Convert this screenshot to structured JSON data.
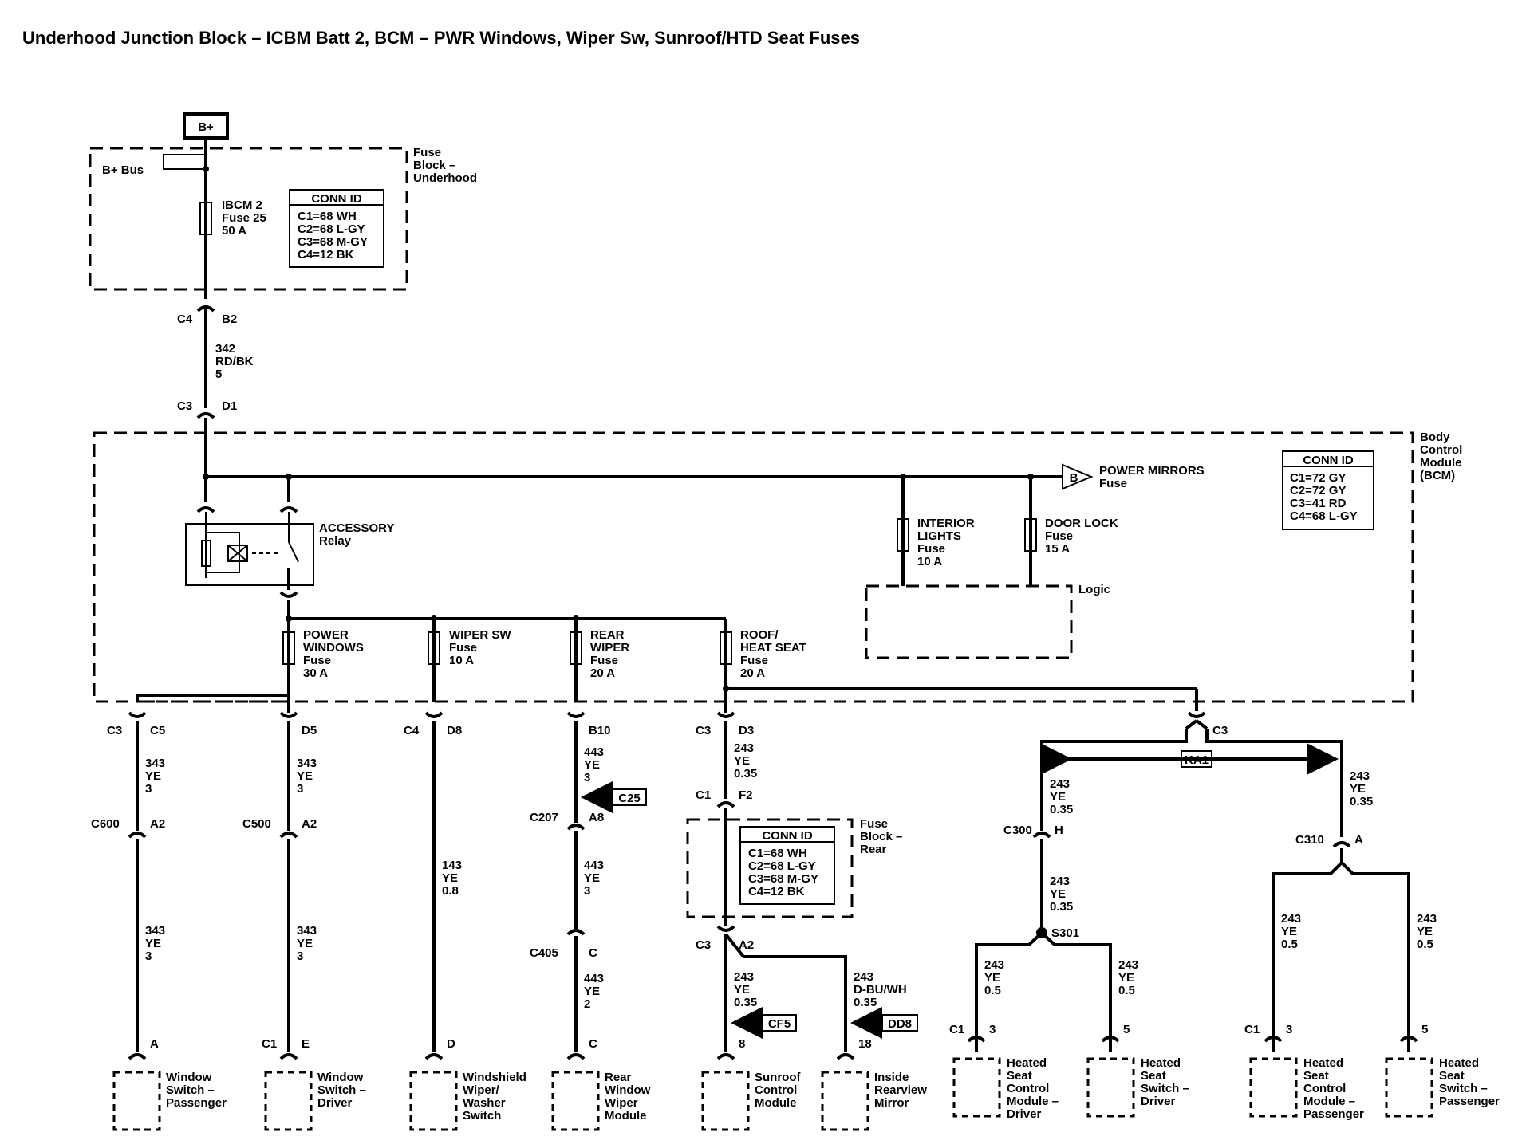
{
  "title": "Underhood Junction Block – ICBM Batt 2, BCM – PWR Windows, Wiper Sw, Sunroof/HTD Seat Fuses",
  "bplus": "B+",
  "bplus_bus": "B+ Bus",
  "fuse_block_underhood": [
    "Fuse",
    "Block –",
    "Underhood"
  ],
  "conn_id_underhood": {
    "header": "CONN ID",
    "lines": [
      "C1=68 WH",
      "C2=68 L-GY",
      "C3=68 M-GY",
      "C4=12 BK"
    ]
  },
  "ibcm_fuse": [
    "IBCM 2",
    "Fuse 25",
    "50 A"
  ],
  "conn_c4": "C4",
  "conn_b2": "B2",
  "wire_342": [
    "342",
    "RD/BK",
    "5"
  ],
  "conn_c3": "C3",
  "conn_d1": "D1",
  "bcm_label": [
    "Body",
    "Control",
    "Module",
    "(BCM)"
  ],
  "conn_id_bcm": {
    "header": "CONN ID",
    "lines": [
      "C1=72 GY",
      "C2=72 GY",
      "C3=41 RD",
      "C4=68 L-GY"
    ]
  },
  "power_mirrors": [
    "POWER MIRRORS",
    "Fuse"
  ],
  "b_marker": "B",
  "accessory_relay": [
    "ACCESSORY",
    "Relay"
  ],
  "interior_lights": [
    "INTERIOR",
    "LIGHTS",
    "Fuse",
    "10 A"
  ],
  "door_lock": [
    "DOOR LOCK",
    "Fuse",
    "15 A"
  ],
  "logic": "Logic",
  "fuse_power_windows": [
    "POWER",
    "WINDOWS",
    "Fuse",
    "30 A"
  ],
  "fuse_wiper_sw": [
    "WIPER SW",
    "Fuse",
    "10 A"
  ],
  "fuse_rear_wiper": [
    "REAR",
    "WIPER",
    "Fuse",
    "20 A"
  ],
  "fuse_roof_heat": [
    "ROOF/",
    "HEAT SEAT",
    "Fuse",
    "20 A"
  ],
  "branch1": {
    "c3": "C3",
    "c5": "C5",
    "wire_a": [
      "343",
      "YE",
      "3"
    ],
    "conn": "C600",
    "pin": "A2",
    "wire_b": [
      "343",
      "YE",
      "3"
    ],
    "end_pin": "A",
    "component": [
      "Window",
      "Switch –",
      "Passenger"
    ]
  },
  "branch2": {
    "d5": "D5",
    "wire_a": [
      "343",
      "YE",
      "3"
    ],
    "conn": "C500",
    "pin": "A2",
    "wire_b": [
      "343",
      "YE",
      "3"
    ],
    "end_c1": "C1",
    "end_pin": "E",
    "component": [
      "Window",
      "Switch –",
      "Driver"
    ]
  },
  "branch3": {
    "c4": "C4",
    "d8": "D8",
    "wire": [
      "143",
      "YE",
      "0.8"
    ],
    "end_pin": "D",
    "component": [
      "Windshield",
      "Wiper/",
      "Washer",
      "Switch"
    ]
  },
  "branch4": {
    "b10": "B10",
    "wire_a": [
      "443",
      "YE",
      "3"
    ],
    "ref_c25": "C25",
    "conn1": "C207",
    "pin1": "A8",
    "wire_b": [
      "443",
      "YE",
      "3"
    ],
    "conn2": "C405",
    "pin2": "C",
    "wire_c": [
      "443",
      "YE",
      "2"
    ],
    "end_pin": "C",
    "component": [
      "Rear",
      "Window",
      "Wiper",
      "Module"
    ]
  },
  "branch5": {
    "c3": "C3",
    "d3": "D3",
    "wire_a": [
      "243",
      "YE",
      "0.35"
    ],
    "c1": "C1",
    "f2": "F2",
    "fuse_block_rear": [
      "Fuse",
      "Block –",
      "Rear"
    ],
    "conn_id_rear": {
      "header": "CONN ID",
      "lines": [
        "C1=68 WH",
        "C2=68 L-GY",
        "C3=68 M-GY",
        "C4=12 BK"
      ]
    },
    "c3b": "C3",
    "a2": "A2",
    "wire_b": [
      "243",
      "YE",
      "0.35"
    ],
    "ref_cf5": "CF5",
    "pin_8": "8",
    "component_sunroof": [
      "Sunroof",
      "Control",
      "Module"
    ],
    "wire_c": [
      "243",
      "D-BU/WH",
      "0.35"
    ],
    "ref_dd8": "DD8",
    "pin_18": "18",
    "component_mirror": [
      "Inside",
      "Rearview",
      "Mirror"
    ]
  },
  "branch6": {
    "c3": "C3",
    "ka1": "KA1",
    "wire_left": [
      "243",
      "YE",
      "0.35"
    ],
    "wire_right": [
      "243",
      "YE",
      "0.35"
    ],
    "c300": "C300",
    "h": "H",
    "wire_mid": [
      "243",
      "YE",
      "0.35"
    ],
    "s301": "S301",
    "wire_l1": [
      "243",
      "YE",
      "0.5"
    ],
    "wire_l2": [
      "243",
      "YE",
      "0.5"
    ],
    "l1_c1": "C1",
    "l1_pin": "3",
    "l1_component": [
      "Heated",
      "Seat",
      "Control",
      "Module –",
      "Driver"
    ],
    "l2_pin": "5",
    "l2_component": [
      "Heated",
      "Seat",
      "Switch –",
      "Driver"
    ],
    "c310": "C310",
    "a": "A",
    "wire_r1": [
      "243",
      "YE",
      "0.5"
    ],
    "wire_r2": [
      "243",
      "YE",
      "0.5"
    ],
    "r1_c1": "C1",
    "r1_pin": "3",
    "r1_component": [
      "Heated",
      "Seat",
      "Control",
      "Module –",
      "Passenger"
    ],
    "r2_pin": "5",
    "r2_component": [
      "Heated",
      "Seat",
      "Switch –",
      "Passenger"
    ]
  }
}
